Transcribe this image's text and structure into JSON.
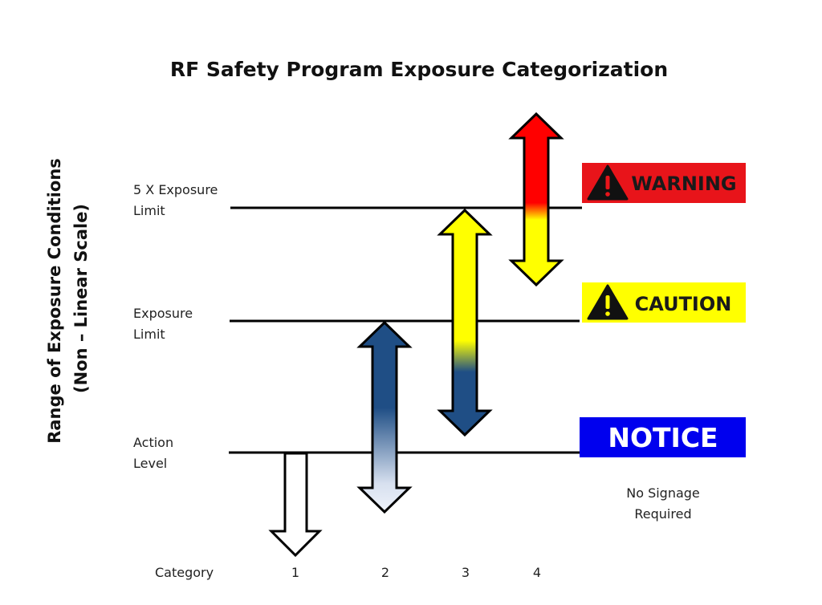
{
  "title": "RF Safety Program Exposure Categorization",
  "y_axis": {
    "line1": "Range of Exposure Conditions",
    "line2": "(Non – Linear Scale)"
  },
  "levels": {
    "five_x": {
      "line1": "5 X Exposure",
      "line2": "Limit"
    },
    "exposure": {
      "line1": "Exposure",
      "line2": "Limit"
    },
    "action": {
      "line1": "Action",
      "line2": "Level"
    }
  },
  "signs": {
    "warning": {
      "label": "WARNING",
      "color": "#e8141a",
      "text_color": "#1a1a1a"
    },
    "caution": {
      "label": "CAUTION",
      "color": "#ffff00",
      "text_color": "#1a1a1a"
    },
    "notice": {
      "label": "NOTICE",
      "color": "#0000ee",
      "text_color": "#ffffff"
    }
  },
  "no_signage": {
    "line1": "No Signage",
    "line2": "Required"
  },
  "category": {
    "label": "Category",
    "values": [
      "1",
      "2",
      "3",
      "4"
    ]
  },
  "colors": {
    "red": "#ff0000",
    "yellow": "#ffff00",
    "navy": "#1f4e85",
    "light": "#e8eef8",
    "line": "#000000"
  }
}
